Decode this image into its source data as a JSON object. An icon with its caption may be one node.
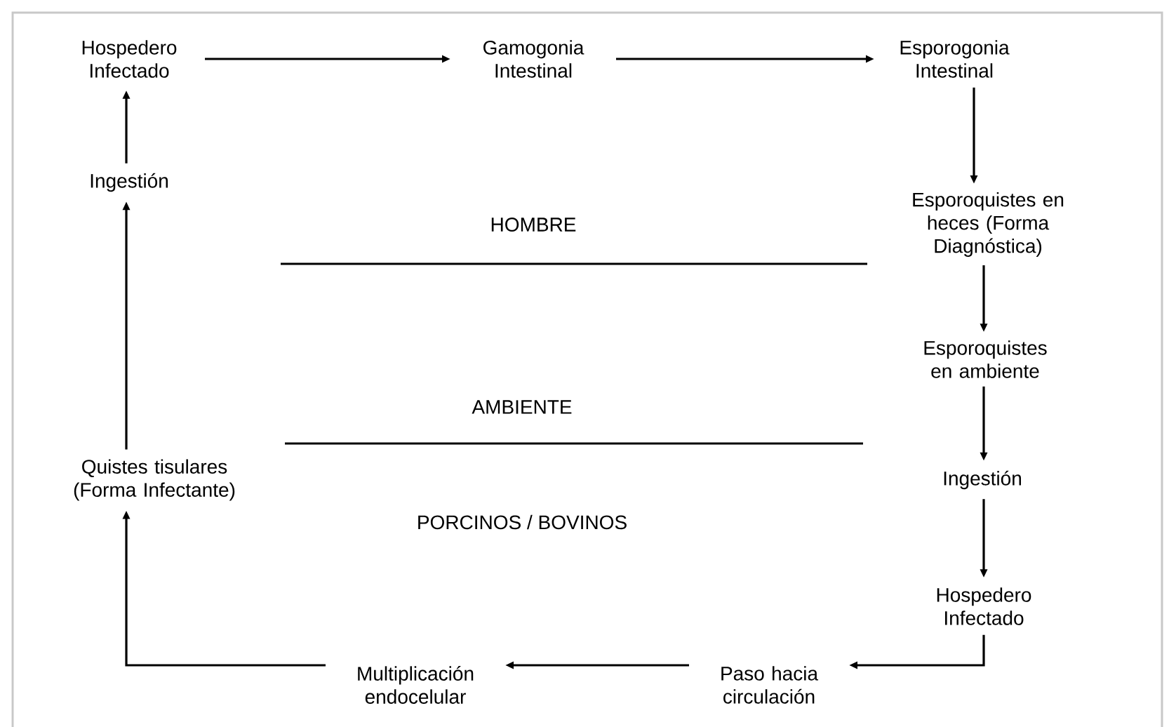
{
  "diagram": {
    "nodes": [
      {
        "text": [
          "Hospedero Infectado"
        ]
      },
      {
        "text": [
          "Gamogonia Intestinal"
        ]
      },
      {
        "text": [
          "Esporogonia Intestinal"
        ]
      },
      {
        "text": [
          "Esporoquistes en heces (Forma Diagnóstica)"
        ]
      },
      {
        "text": [
          "Esporoquistes en ambiente"
        ]
      },
      {
        "text": [
          "Ingestión"
        ]
      },
      {
        "text": [
          "Hospedero Infectado"
        ]
      },
      {
        "text": [
          "Paso hacia circulación"
        ]
      },
      {
        "text": [
          "Multiplicación endocelular"
        ]
      },
      {
        "text": [
          "Quistes tisulares (Forma Infectante)"
        ]
      },
      {
        "text": [
          "Ingestión"
        ]
      }
    ],
    "edges": [
      {
        "from": 0,
        "to": 1,
        "arrow": "to"
      },
      {
        "from": 1,
        "to": 2,
        "arrow": "to"
      },
      {
        "from": 2,
        "to": 3,
        "arrow": "to"
      },
      {
        "from": 3,
        "to": 4,
        "arrow": "to"
      },
      {
        "from": 4,
        "to": 5,
        "arrow": "to"
      },
      {
        "from": 5,
        "to": 6,
        "arrow": "to"
      },
      {
        "from": 6,
        "to": 7,
        "arrow": "to"
      },
      {
        "from": 7,
        "to": 8,
        "arrow": "to"
      },
      {
        "from": 8,
        "to": 9,
        "arrow": "to"
      },
      {
        "from": 9,
        "to": 10,
        "arrow": "to"
      },
      {
        "from": 10,
        "to": 0,
        "arrow": "to"
      }
    ],
    "labels": [
      "HOMBRE",
      "AMBIENTE",
      "PORCINOS / BOVINOS"
    ]
  }
}
